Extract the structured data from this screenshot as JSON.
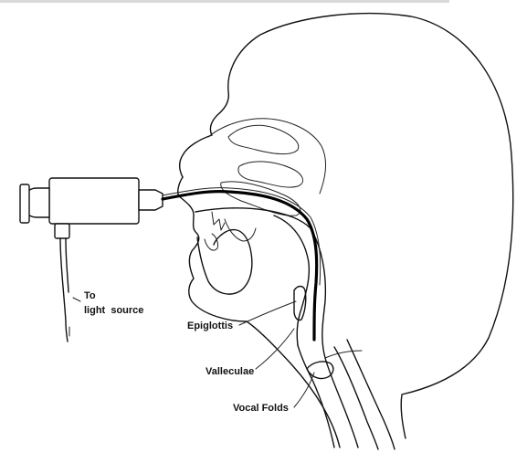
{
  "labels": {
    "light_source_line1": "To",
    "light_source_line2": "light  source",
    "epiglottis": "Epiglottis",
    "valleculae": "Valleculae",
    "vocal_folds": "Vocal Folds"
  },
  "colors": {
    "ink": "#111111",
    "background": "#ffffff"
  }
}
